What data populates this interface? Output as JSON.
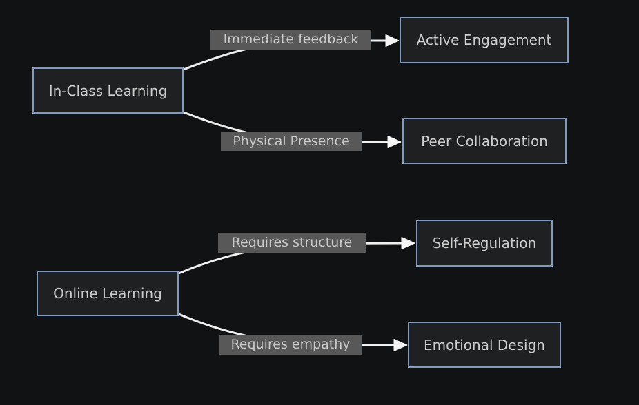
{
  "diagram": {
    "type": "flowchart-LR",
    "theme": "dark",
    "colors": {
      "background": "#111214",
      "node_fill": "#1f2022",
      "node_border": "#7d9bc4",
      "node_text": "#cccccc",
      "edge_label_bg": "#585858",
      "edge_label_text": "#c9c9c9",
      "edge_stroke": "#f0f0f0"
    },
    "nodes": [
      {
        "id": "in-class-learning",
        "label": "In-Class Learning"
      },
      {
        "id": "active-engagement",
        "label": "Active Engagement"
      },
      {
        "id": "peer-collaboration",
        "label": "Peer Collaboration"
      },
      {
        "id": "online-learning",
        "label": "Online Learning"
      },
      {
        "id": "self-regulation",
        "label": "Self-Regulation"
      },
      {
        "id": "emotional-design",
        "label": "Emotional Design"
      }
    ],
    "edges": [
      {
        "from": "In-Class Learning",
        "to": "Active Engagement",
        "label": "Immediate feedback"
      },
      {
        "from": "In-Class Learning",
        "to": "Peer Collaboration",
        "label": "Physical Presence"
      },
      {
        "from": "Online Learning",
        "to": "Self-Regulation",
        "label": "Requires structure"
      },
      {
        "from": "Online Learning",
        "to": "Emotional Design",
        "label": "Requires empathy"
      }
    ]
  }
}
